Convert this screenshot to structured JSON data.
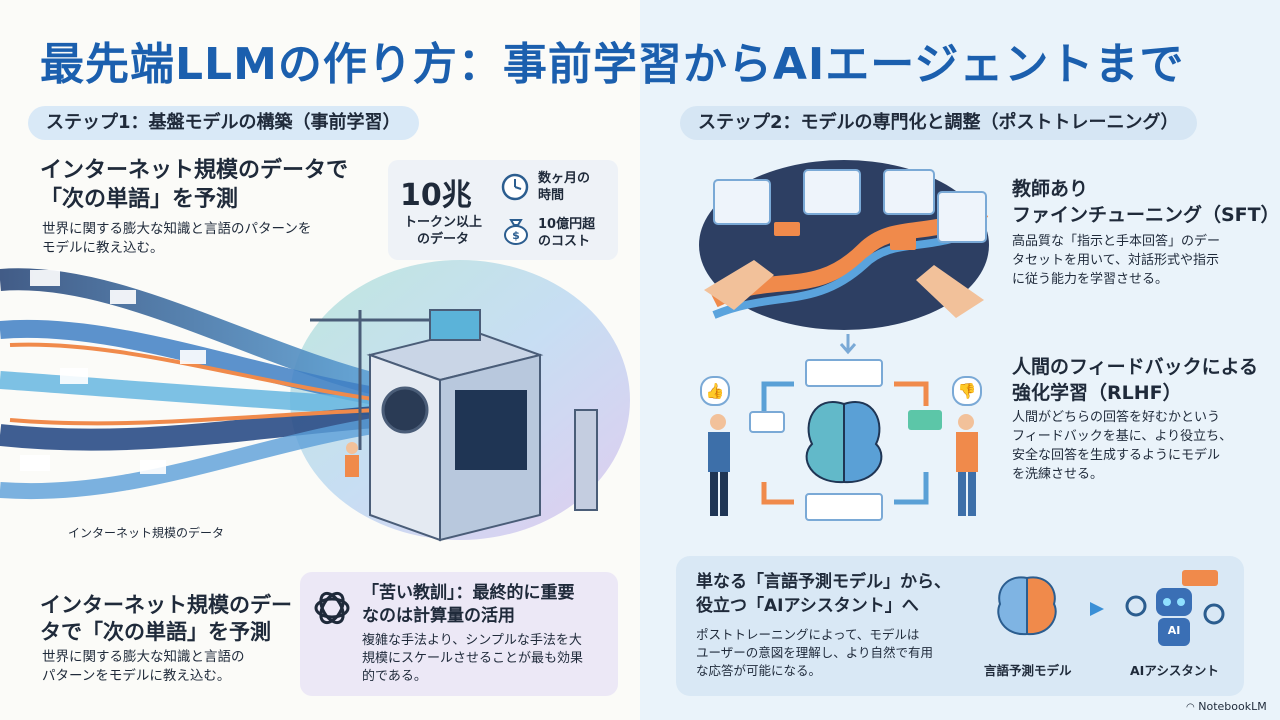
{
  "title": "最先端LLMの作り方：事前学習からAIエージェントまで",
  "step1": {
    "pill": "ステップ1：基盤モデルの構築（事前学習）",
    "heading_line1": "インターネット規模のデータで",
    "heading_line2": "「次の単語」を予測",
    "desc_line1": "世界に関する膨大な知識と言語のパターンを",
    "desc_line2": "モデルに教え込む。",
    "stats": {
      "big": "10兆",
      "big_sub1": "トークン以上",
      "big_sub2": "のデータ",
      "time_line1": "数ヶ月の",
      "time_line2": "時間",
      "cost_line1": "10億円超",
      "cost_line2": "のコスト"
    },
    "data_label": "インターネット規模のデータ",
    "bottom_heading_line1": "インターネット規模のデー",
    "bottom_heading_line2": "タで「次の単語」を予測",
    "bottom_desc_line1": "世界に関する膨大な知識と言語の",
    "bottom_desc_line2": "パターンをモデルに教え込む。",
    "lesson": {
      "title_line1": "「苦い教訓」：最終的に重要",
      "title_line2": "なのは計算量の活用",
      "desc_line1": "複雑な手法より、シンプルな手法を大",
      "desc_line2": "規模にスケールさせることが最も効果",
      "desc_line3": "的である。"
    }
  },
  "step2": {
    "pill": "ステップ2：モデルの専門化と調整（ポストトレーニング）",
    "sft": {
      "heading_line1": "教師あり",
      "heading_line2": "ファインチューニング（SFT）",
      "desc_line1": "高品質な「指示と手本回答」のデー",
      "desc_line2": "タセットを用いて、対話形式や指示",
      "desc_line3": "に従う能力を学習させる。"
    },
    "rlhf": {
      "heading_line1": "人間のフィードバックによる",
      "heading_line2": "強化学習（RLHF）",
      "desc_line1": "人間がどちらの回答を好むかという",
      "desc_line2": "フィードバックを基に、より役立ち、",
      "desc_line3": "安全な回答を生成するようにモデル",
      "desc_line4": "を洗練させる。"
    },
    "summary": {
      "heading_line1": "単なる「言語予測モデル」から、",
      "heading_line2": "役立つ「AIアシスタント」へ",
      "desc_line1": "ポストトレーニングによって、モデルは",
      "desc_line2": "ユーザーの意図を理解し、より自然で有用",
      "desc_line3": "な応答が可能になる。",
      "left_label": "言語予測モデル",
      "right_label": "AIアシスタント",
      "robot_text": "AI"
    }
  },
  "footer": {
    "brand": "NotebookLM"
  },
  "colors": {
    "title_blue": "#1b5fae",
    "pill_bg": "#d9e9f7",
    "orange": "#f08a4b",
    "navy": "#1f2a3a"
  }
}
